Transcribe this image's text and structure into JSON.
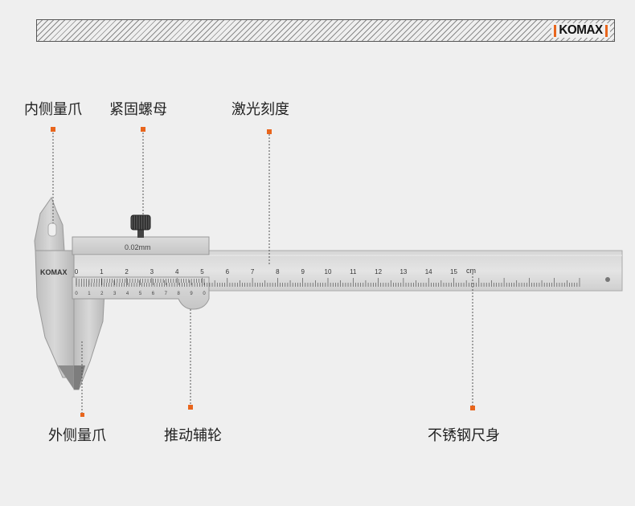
{
  "brand": {
    "logo_text": "KOMAX",
    "accent_color": "#e8651c"
  },
  "caliper": {
    "body_brand": "KOMAX",
    "vernier_reading": "0.02mm",
    "unit": "cm",
    "main_scale_numbers": [
      "0",
      "1",
      "2",
      "3",
      "4",
      "5",
      "6",
      "7",
      "8",
      "9",
      "10",
      "11",
      "12",
      "13",
      "14",
      "15"
    ],
    "vernier_numbers": [
      "0",
      "1",
      "2",
      "3",
      "4",
      "5",
      "6",
      "7",
      "8",
      "9",
      "0"
    ]
  },
  "labels": {
    "inner_jaw": "内侧量爪",
    "lock_nut": "紧固螺母",
    "laser_scale": "激光刻度",
    "outer_jaw": "外侧量爪",
    "thumb_wheel": "推动辅轮",
    "steel_body": "不锈钢尺身"
  }
}
